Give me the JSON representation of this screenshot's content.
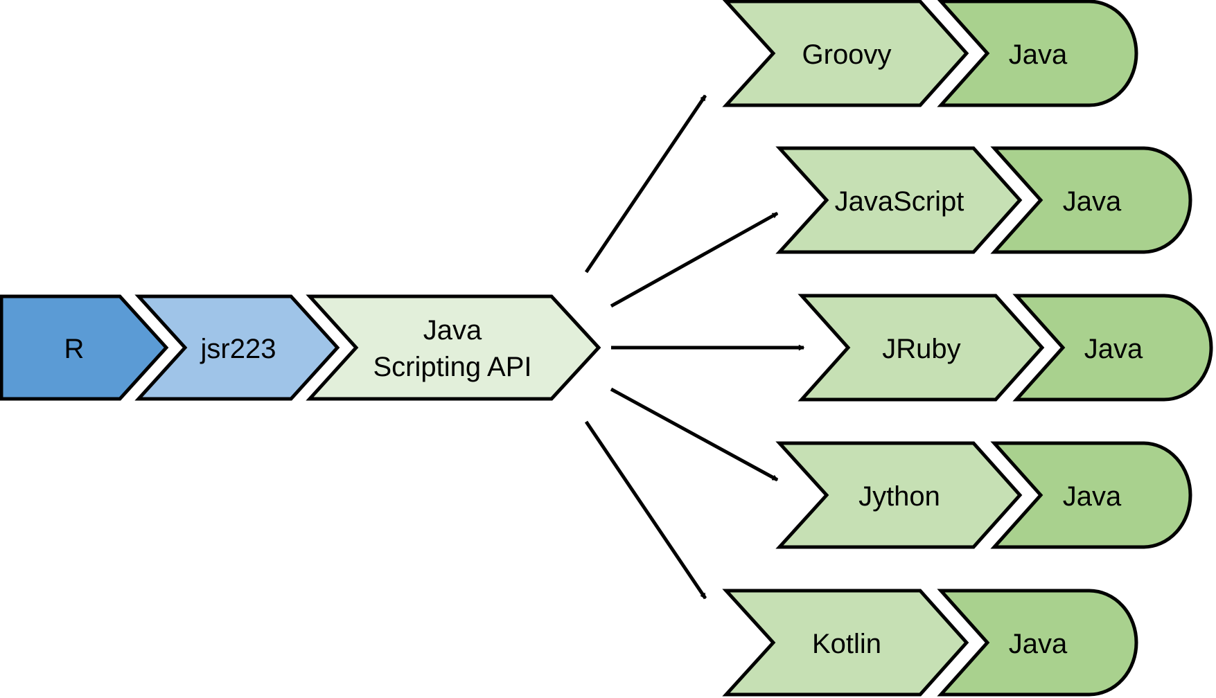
{
  "pipeline": [
    {
      "id": "r",
      "label": [
        "R"
      ],
      "color": "#5b9bd5"
    },
    {
      "id": "jsr223",
      "label": [
        "jsr223"
      ],
      "color": "#9fc4e8"
    },
    {
      "id": "java-scripting-api",
      "label": [
        "Java",
        "Scripting API"
      ],
      "color": "#e2efda"
    }
  ],
  "languages": [
    {
      "id": "groovy",
      "label": "Groovy",
      "runtime": "Java"
    },
    {
      "id": "javascript",
      "label": "JavaScript",
      "runtime": "Java"
    },
    {
      "id": "jruby",
      "label": "JRuby",
      "runtime": "Java"
    },
    {
      "id": "jython",
      "label": "Jython",
      "runtime": "Java"
    },
    {
      "id": "kotlin",
      "label": "Kotlin",
      "runtime": "Java"
    }
  ],
  "colors": {
    "language": "#c6e0b4",
    "runtime": "#a9d18e",
    "stroke": "#000000"
  }
}
